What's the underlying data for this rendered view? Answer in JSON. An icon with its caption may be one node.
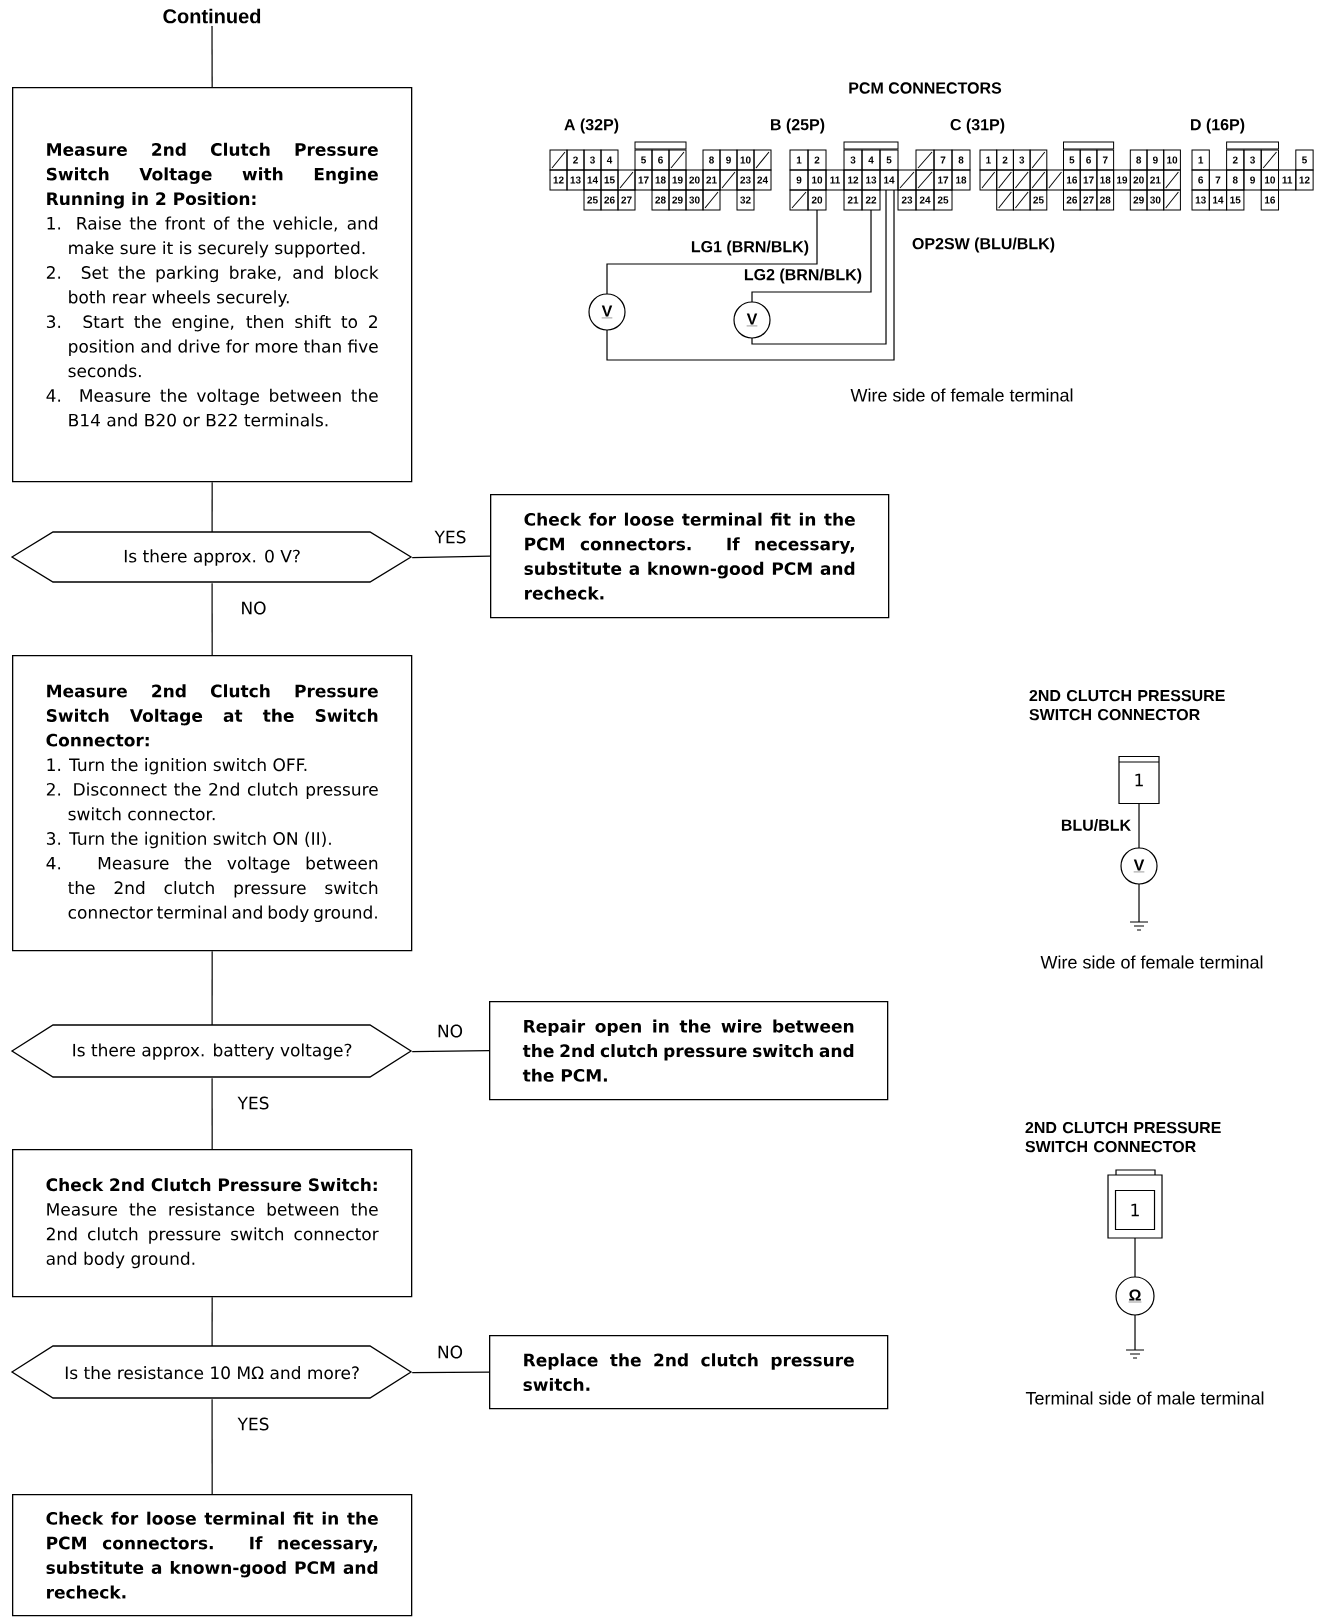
{
  "diagram": {
    "nodes": [
      {
        "text": [
          "Continued"
        ]
      },
      {
        "text": [
          "Measure 2nd Clutch Pressure Switch Voltage with Engine Running in 2 Position:",
          "1. Raise the front of the vehicle, and make sure it is securely supported.",
          "2. Set the parking brake, and block both rear wheels securely.",
          "3. Start the engine, then shift to 2 position and drive for more than five seconds.",
          "4. Measure the voltage between the B14 and B20 or B22 terminals."
        ]
      },
      {
        "text": [
          "Is there approx. 0 V?"
        ]
      },
      {
        "text": [
          "Check for loose terminal fit in the PCM connectors. If necessary, substitute a known-good PCM and recheck."
        ]
      },
      {
        "text": [
          "Measure 2nd Clutch Pressure Switch Voltage at the Switch Connector:",
          "1. Turn the ignition switch OFF.",
          "2. Disconnect the 2nd clutch pressure switch connector.",
          "3. Turn the ignition switch ON (II).",
          "4. Measure the voltage between the 2nd clutch pressure switch connector terminal and body ground."
        ]
      },
      {
        "text": [
          "Is there approx. battery voltage?"
        ]
      },
      {
        "text": [
          "Repair open in the wire between the 2nd clutch pressure switch and the PCM."
        ]
      },
      {
        "text": [
          "Check 2nd Clutch Pressure Switch:",
          "Measure the resistance between the 2nd clutch pressure switch connector and body ground."
        ]
      },
      {
        "text": [
          "Is the resistance 10 MΩ and more?"
        ]
      },
      {
        "text": [
          "Replace the 2nd clutch pressure switch."
        ]
      },
      {
        "text": [
          "Check for loose terminal fit in the PCM connectors. If necessary, substitute a known-good PCM and recheck."
        ]
      }
    ],
    "edges": [
      {
        "from": 0,
        "to": 1,
        "arrow": "none"
      },
      {
        "from": 1,
        "to": 2,
        "arrow": "none"
      },
      {
        "from": 2,
        "to": 3,
        "arrow": "none",
        "label": "YES"
      },
      {
        "from": 2,
        "to": 4,
        "arrow": "none",
        "label": "NO"
      },
      {
        "from": 4,
        "to": 5,
        "arrow": "none"
      },
      {
        "from": 5,
        "to": 6,
        "arrow": "none",
        "label": "NO"
      },
      {
        "from": 5,
        "to": 7,
        "arrow": "none",
        "label": "YES"
      },
      {
        "from": 7,
        "to": 8,
        "arrow": "none"
      },
      {
        "from": 8,
        "to": 9,
        "arrow": "none",
        "label": "NO"
      },
      {
        "from": 8,
        "to": 10,
        "arrow": "none",
        "label": "YES"
      }
    ],
    "labels": [
      "PCM CONNECTORS",
      "A (32P)",
      "B (25P)",
      "C (31P)",
      "D (16P)",
      "2",
      "3",
      "4",
      "5",
      "6",
      "8",
      "9",
      "10",
      "12",
      "13",
      "14",
      "15",
      "17",
      "18",
      "19",
      "20",
      "21",
      "23",
      "24",
      "25",
      "26",
      "27",
      "28",
      "29",
      "30",
      "32",
      "1",
      "2",
      "3",
      "4",
      "5",
      "7",
      "8",
      "9",
      "10",
      "11",
      "12",
      "13",
      "14",
      "17",
      "18",
      "20",
      "21",
      "22",
      "23",
      "24",
      "25",
      "1",
      "2",
      "3",
      "5",
      "6",
      "7",
      "8",
      "9",
      "10",
      "16",
      "17",
      "18",
      "19",
      "20",
      "21",
      "25",
      "26",
      "27",
      "28",
      "29",
      "30",
      "1",
      "2",
      "3",
      "5",
      "6",
      "7",
      "8",
      "9",
      "10",
      "11",
      "12",
      "13",
      "14",
      "15",
      "16",
      "LG1 (BRN/BLK)",
      "OP2SW (BLU/BLK)",
      "LG2 (BRN/BLK)",
      "V",
      "V",
      "Wire side of female terminal",
      "2ND CLUTCH PRESSURE SWITCH CONNECTOR",
      "1",
      "BLU/BLK",
      "V",
      "Wire side of female terminal",
      "2ND CLUTCH PRESSURE SWITCH CONNECTOR",
      "1",
      "Ω",
      "Terminal side of male terminal"
    ]
  }
}
